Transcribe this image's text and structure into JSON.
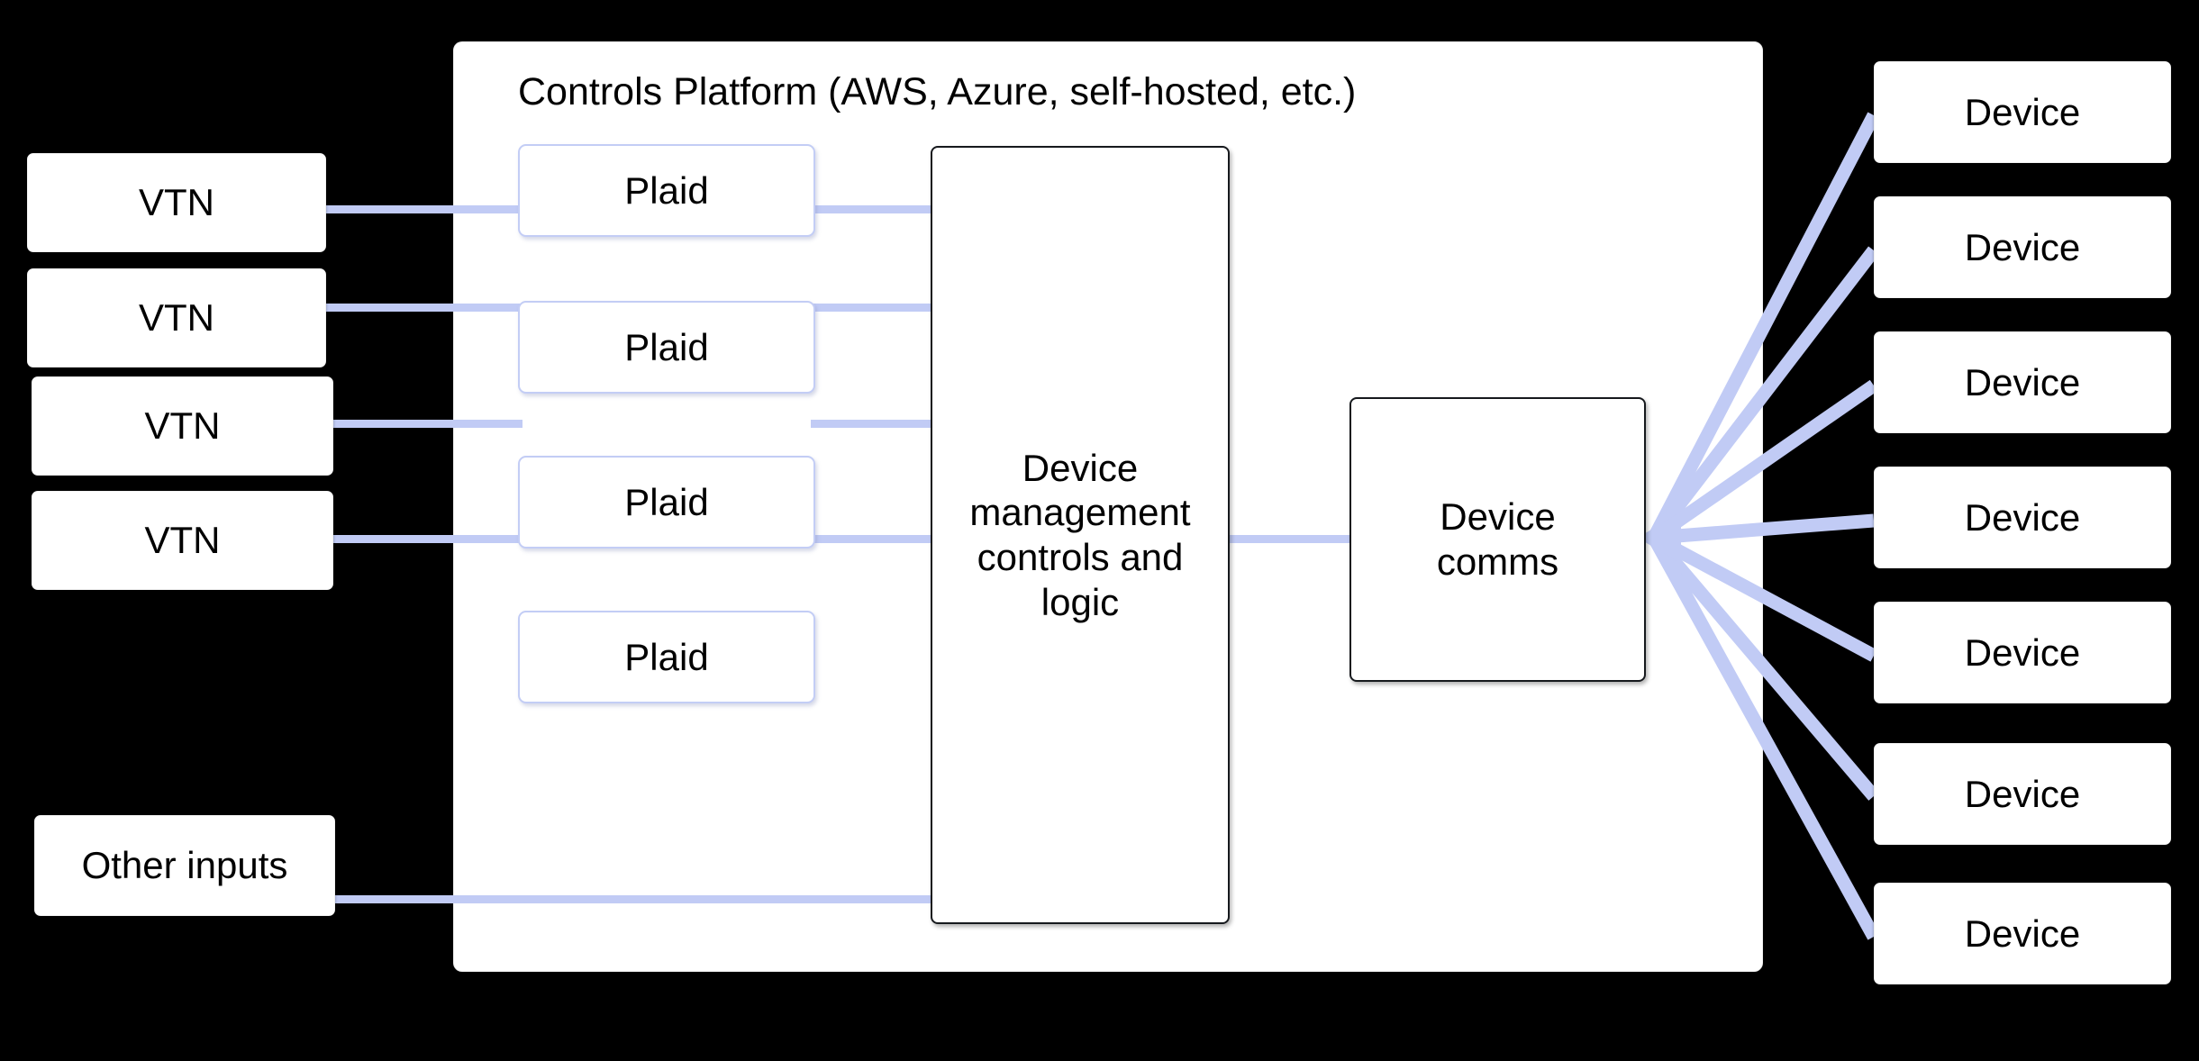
{
  "diagram": {
    "title": "Controls Platform (AWS, Azure, self-hosted, etc.)",
    "background_color": "#000000",
    "accent_color": "#c1cbf5",
    "node_fill": "#ffffff",
    "node_text_color": "#000000"
  },
  "inputs": {
    "vtn_label": "VTN",
    "vtn_nodes": [
      {
        "label": "VTN"
      },
      {
        "label": "VTN"
      },
      {
        "label": "VTN"
      },
      {
        "label": "VTN"
      }
    ],
    "other_inputs_label": "Other inputs"
  },
  "platform": {
    "title": "Controls Platform (AWS, Azure, self-hosted, etc.)",
    "adapters": [
      {
        "label": "Plaid"
      },
      {
        "label": "Plaid"
      },
      {
        "label": "Plaid"
      },
      {
        "label": "Plaid"
      }
    ],
    "core": {
      "label": "Device management controls and logic",
      "line1": "Device",
      "line2": "management",
      "line3": "controls and",
      "line4": "logic"
    },
    "comms": {
      "label": "Device comms",
      "line1": "Device",
      "line2": "comms"
    }
  },
  "devices": {
    "label": "Device",
    "count": 7,
    "nodes": [
      {
        "label": "Device"
      },
      {
        "label": "Device"
      },
      {
        "label": "Device"
      },
      {
        "label": "Device"
      },
      {
        "label": "Device"
      },
      {
        "label": "Device"
      },
      {
        "label": "Device"
      }
    ]
  }
}
